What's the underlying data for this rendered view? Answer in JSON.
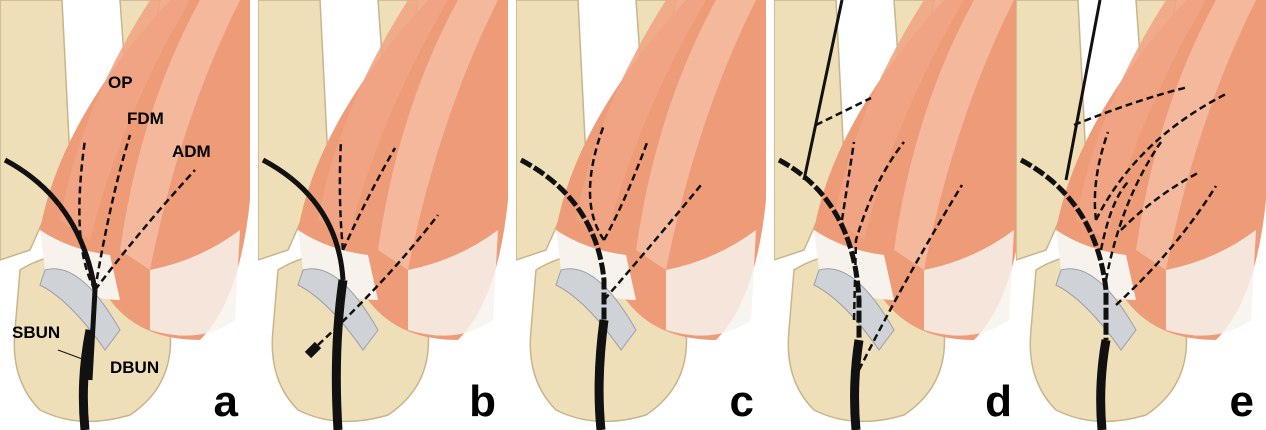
{
  "panels": [
    {
      "letter": "a"
    },
    {
      "letter": "b"
    },
    {
      "letter": "c"
    },
    {
      "letter": "d"
    },
    {
      "letter": "e"
    }
  ],
  "labels": {
    "op": "OP",
    "fdm": "FDM",
    "adm": "ADM",
    "sbun": "SBUN",
    "dbun": "DBUN"
  },
  "colors": {
    "bone": "#efdfb8",
    "bone_outline": "#c9b48b",
    "muscle": "#ee9b78",
    "muscle_light": "#f6c4ab",
    "tendon": "#f7f2ec",
    "ligament": "#cfd3d8",
    "nerve": "#111111"
  }
}
